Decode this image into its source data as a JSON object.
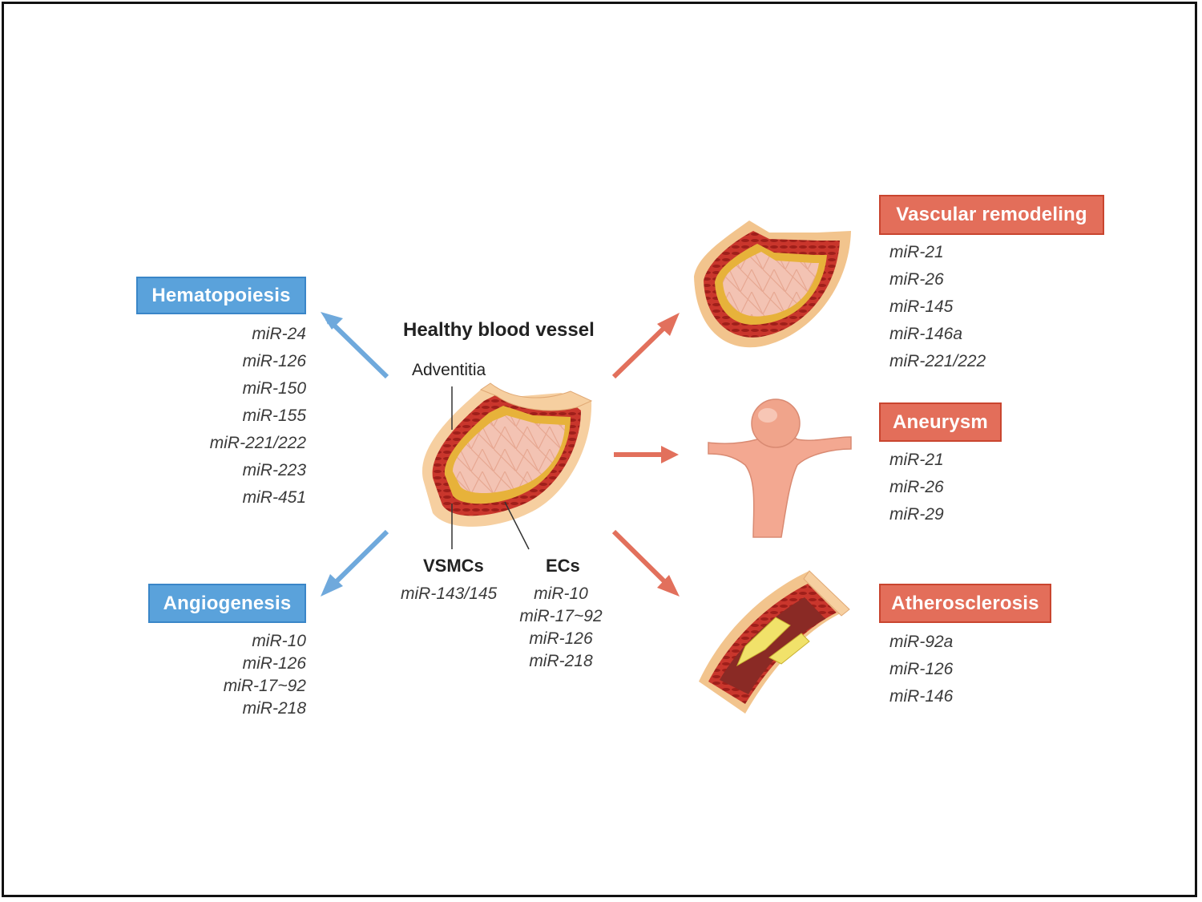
{
  "center": {
    "title": "Healthy blood vessel",
    "adventitia_label": "Adventitia",
    "vsmcs": {
      "label": "VSMCs",
      "mirs": [
        "miR-143/145"
      ]
    },
    "ecs": {
      "label": "ECs",
      "mirs": [
        "miR-10",
        "miR-17~92",
        "miR-126",
        "miR-218"
      ]
    }
  },
  "hematopoiesis": {
    "title": "Hematopoiesis",
    "mirs": [
      "miR-24",
      "miR-126",
      "miR-150",
      "miR-155",
      "miR-221/222",
      "miR-223",
      "miR-451"
    ]
  },
  "angiogenesis": {
    "title": "Angiogenesis",
    "mirs": [
      "miR-10",
      "miR-126",
      "miR-17~92",
      "miR-218"
    ]
  },
  "vascular_remodeling": {
    "title": "Vascular remodeling",
    "mirs": [
      "miR-21",
      "miR-26",
      "miR-145",
      "miR-146a",
      "miR-221/222"
    ]
  },
  "aneurysm": {
    "title": "Aneurysm",
    "mirs": [
      "miR-21",
      "miR-26",
      "miR-29"
    ]
  },
  "atherosclerosis": {
    "title": "Atherosclerosis",
    "mirs": [
      "miR-92a",
      "miR-126",
      "miR-146"
    ]
  },
  "colors": {
    "blue_box": "#5aa2db",
    "red_box": "#e36e5a",
    "blue_arrow": "#6fa9dc",
    "red_arrow": "#e2705c"
  }
}
